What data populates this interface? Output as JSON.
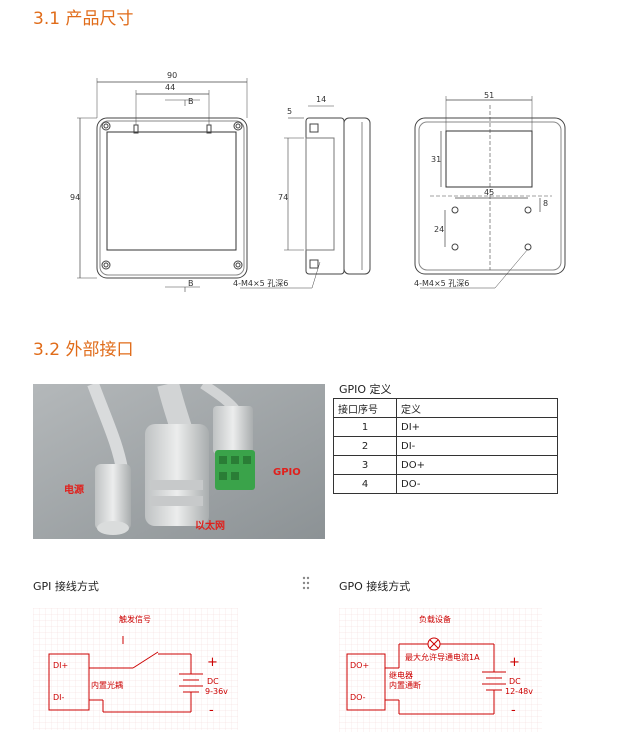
{
  "sections": {
    "size_title": "3.1  产品尺寸",
    "interface_title": "3.2  外部接口"
  },
  "dims": {
    "front": {
      "width": "90",
      "inner": "44",
      "height": "94",
      "b_top": "B",
      "b_bottom": "B"
    },
    "side": {
      "left": "5",
      "thick": "14",
      "height": "74",
      "note": "4-M4×5  孔深6"
    },
    "back": {
      "width": "51",
      "h31": "31",
      "w45": "45",
      "w8": "8",
      "h24": "24",
      "note": "4-M4×5  孔深6"
    }
  },
  "photo": {
    "label_power": "电源",
    "label_gpio": "GPIO",
    "label_ethernet": "以太网"
  },
  "gpio": {
    "title": "GPIO 定义",
    "headers": [
      "接口序号",
      "定义"
    ],
    "rows": [
      {
        "num": "1",
        "def": "DI+"
      },
      {
        "num": "2",
        "def": "DI-"
      },
      {
        "num": "3",
        "def": "DO+"
      },
      {
        "num": "4",
        "def": "DO-"
      }
    ]
  },
  "gpi": {
    "title": "GPI 接线方式",
    "trigger": "触发信号",
    "di_plus": "DI+",
    "di_minus": "DI-",
    "optocoupler": "内置光耦",
    "plus": "+",
    "minus": "-",
    "dc": "DC",
    "voltage": "9-36v"
  },
  "gpo": {
    "title": "GPO 接线方式",
    "load": "负载设备",
    "max_current": "最大允许导通电流1A",
    "do_plus": "DO+",
    "do_minus": "DO-",
    "relay": "继电器",
    "relay_state": "内置通断",
    "plus": "+",
    "minus": "-",
    "dc": "DC",
    "voltage": "12-48v"
  },
  "colors": {
    "accent": "#e06c1a",
    "label_red": "#e0201c"
  }
}
